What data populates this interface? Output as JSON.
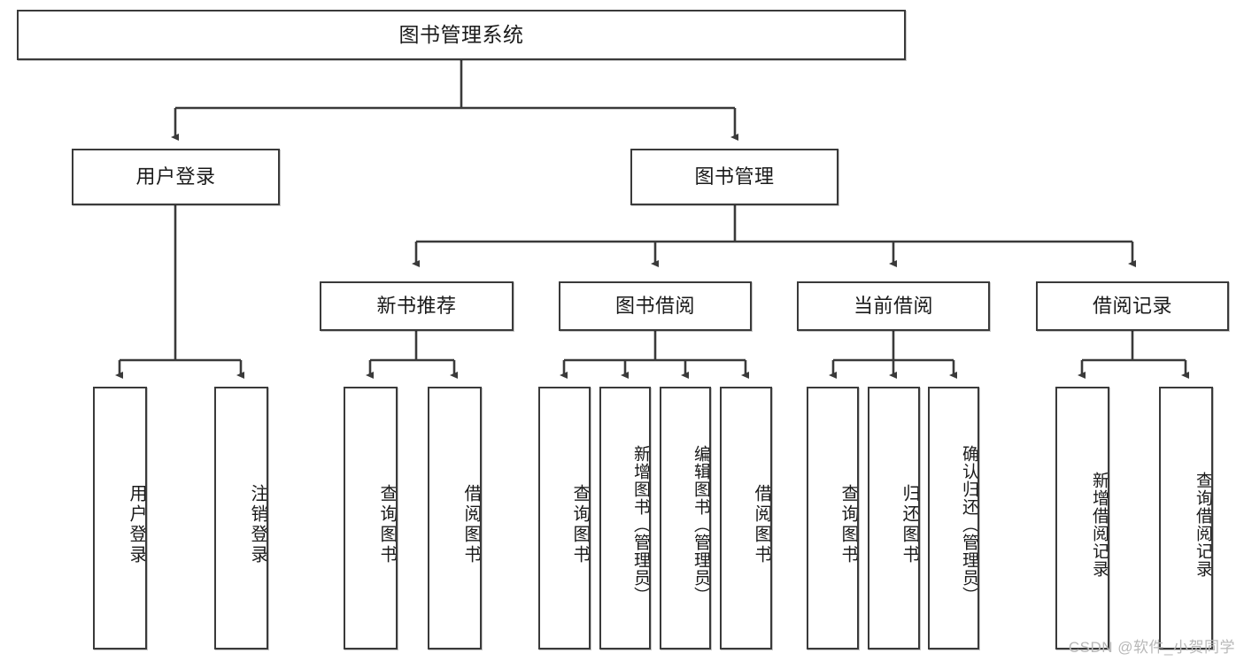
{
  "diagram": {
    "title": "图书管理系统",
    "type": "tree",
    "watermark": "CSDN @软件_小贺同学",
    "root": {
      "label": "图书管理系统"
    },
    "level1": [
      {
        "label": "用户登录"
      },
      {
        "label": "图书管理"
      }
    ],
    "level2": [
      {
        "label": "新书推荐"
      },
      {
        "label": "图书借阅"
      },
      {
        "label": "当前借阅"
      },
      {
        "label": "借阅记录"
      }
    ],
    "leaves": {
      "user_login": [
        {
          "label": "用户登录"
        },
        {
          "label": "注销登录"
        }
      ],
      "new_book_recommend": [
        {
          "label": "查询图书"
        },
        {
          "label": "借阅图书"
        }
      ],
      "book_borrow": [
        {
          "label": "查询图书"
        },
        {
          "label": "新增图书（管理员）"
        },
        {
          "label": "编辑图书（管理员）"
        },
        {
          "label": "借阅图书"
        }
      ],
      "current_borrow": [
        {
          "label": "查询图书"
        },
        {
          "label": "归还图书"
        },
        {
          "label": "确认归还（管理员）"
        }
      ],
      "borrow_records": [
        {
          "label": "新增借阅记录"
        },
        {
          "label": "查询借阅记录"
        }
      ]
    },
    "colors": {
      "border": "#3a3a3a",
      "background": "#ffffff",
      "text": "#1a1a1a",
      "watermark": "#b8b8b8"
    }
  }
}
